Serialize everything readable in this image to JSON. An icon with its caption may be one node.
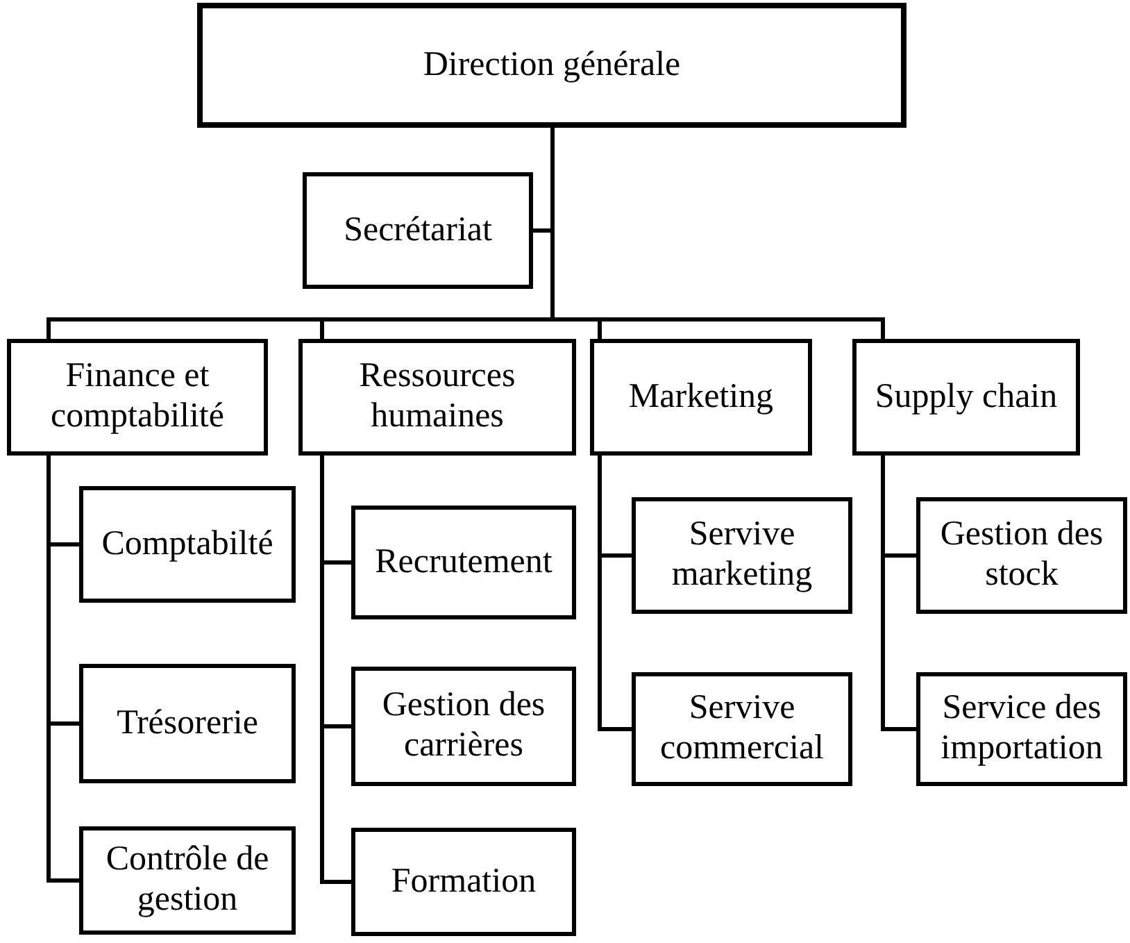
{
  "diagram": {
    "nodes": [
      {
        "text": [
          "Direction générale"
        ]
      },
      {
        "text": [
          "Secrétariat"
        ]
      },
      {
        "text": [
          "Finance et comptabilité"
        ]
      },
      {
        "text": [
          "Ressources humaines"
        ]
      },
      {
        "text": [
          "Marketing"
        ]
      },
      {
        "text": [
          "Supply chain"
        ]
      },
      {
        "text": [
          "Comptabilté"
        ]
      },
      {
        "text": [
          "Trésorerie"
        ]
      },
      {
        "text": [
          "Contrôle de gestion"
        ]
      },
      {
        "text": [
          "Recrutement"
        ]
      },
      {
        "text": [
          "Gestion des carrières"
        ]
      },
      {
        "text": [
          "Formation"
        ]
      },
      {
        "text": [
          "Servive marketing"
        ]
      },
      {
        "text": [
          "Servive commercial"
        ]
      },
      {
        "text": [
          "Gestion des stock"
        ]
      },
      {
        "text": [
          "Service des importation"
        ]
      }
    ],
    "edges": [
      {
        "from": 0,
        "to": 1,
        "arrow": "none"
      },
      {
        "from": 0,
        "to": 2,
        "arrow": "none"
      },
      {
        "from": 0,
        "to": 3,
        "arrow": "none"
      },
      {
        "from": 0,
        "to": 4,
        "arrow": "none"
      },
      {
        "from": 0,
        "to": 5,
        "arrow": "none"
      },
      {
        "from": 2,
        "to": 6,
        "arrow": "none"
      },
      {
        "from": 2,
        "to": 7,
        "arrow": "none"
      },
      {
        "from": 2,
        "to": 8,
        "arrow": "none"
      },
      {
        "from": 3,
        "to": 9,
        "arrow": "none"
      },
      {
        "from": 3,
        "to": 10,
        "arrow": "none"
      },
      {
        "from": 3,
        "to": 11,
        "arrow": "none"
      },
      {
        "from": 4,
        "to": 12,
        "arrow": "none"
      },
      {
        "from": 4,
        "to": 13,
        "arrow": "none"
      },
      {
        "from": 5,
        "to": 14,
        "arrow": "none"
      },
      {
        "from": 5,
        "to": 15,
        "arrow": "none"
      }
    ]
  }
}
